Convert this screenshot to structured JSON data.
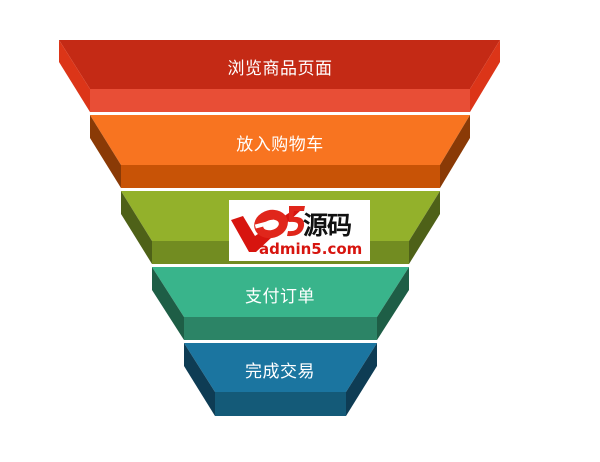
{
  "diagram": {
    "type": "funnel",
    "stages": [
      {
        "label": "浏览商品页面",
        "top_color": "#c42a15",
        "front_color": "#e84e36",
        "side_color": "#dc3518"
      },
      {
        "label": "放入购物车",
        "top_color": "#f87420",
        "front_color": "#c85306",
        "side_color": "#8a3a06"
      },
      {
        "label": "",
        "top_color": "#93b12b",
        "front_color": "#728c21",
        "side_color": "#4e6118"
      },
      {
        "label": "支付订单",
        "top_color": "#39b48b",
        "front_color": "#2c8466",
        "side_color": "#1e5e46"
      },
      {
        "label": "完成交易",
        "top_color": "#1b75a0",
        "front_color": "#145a78",
        "side_color": "#0e3c54"
      }
    ]
  },
  "watermark": {
    "brand_glyph": "a5",
    "brand_cn": "源码",
    "url": "admin5.com"
  }
}
